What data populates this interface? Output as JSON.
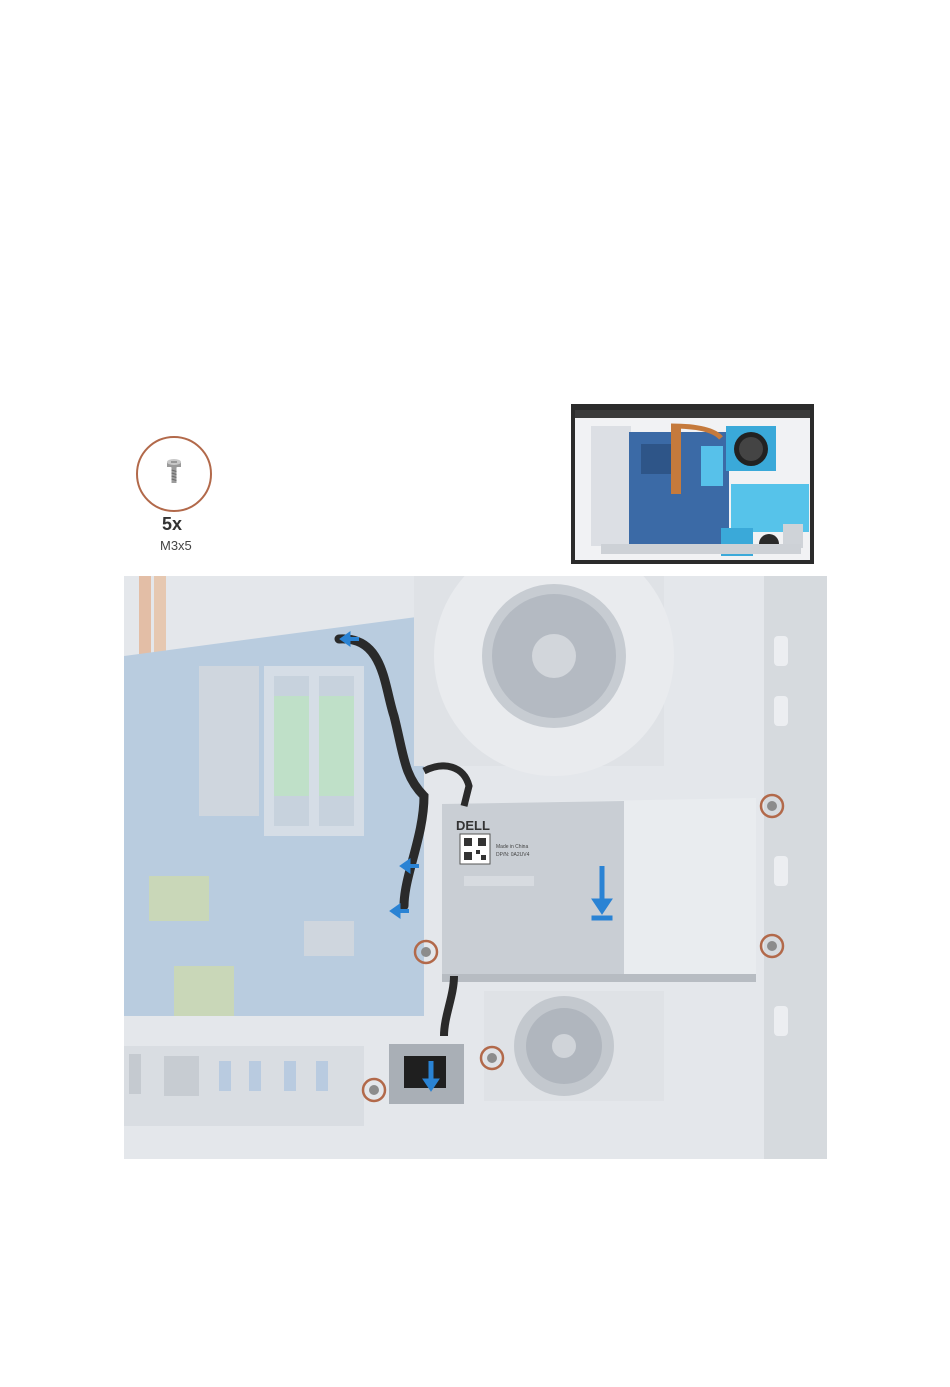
{
  "screw": {
    "count": "5x",
    "size": "M3x5"
  },
  "psu_label": {
    "brand": "DELL",
    "made_in": "Made in China",
    "dpn": "DP/N: 0A2UV4"
  },
  "icons": {
    "screw": "screw-icon",
    "arrow": "blue-arrow-icon"
  },
  "colors": {
    "screw_ring": "#b2694a",
    "arrow": "#2a83d4",
    "highlight": "#35b4e6",
    "board": "#9fb7cf"
  }
}
